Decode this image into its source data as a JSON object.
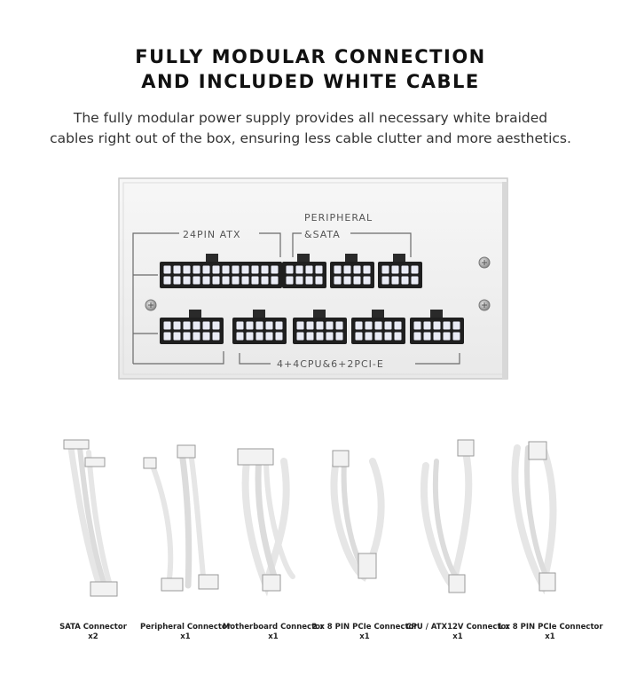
{
  "heading": {
    "line1": "FULLY MODULAR CONNECTION",
    "line2": "AND INCLUDED WHITE CABLE"
  },
  "description": {
    "line1": "The fully modular power supply provides all necessary white braided",
    "line2": "cables right out of the box, ensuring less cable clutter and more aesthetics."
  },
  "psu_panel": {
    "label_atx": "24PIN ATX",
    "label_peripheral_1": "PERIPHERAL",
    "label_peripheral_2": "&SATA",
    "label_cpu_pcie": "4+4CPU&6+2PCI-E"
  },
  "cables": [
    {
      "name": "SATA Connector",
      "qty": "x2"
    },
    {
      "name": "Peripheral Connector",
      "qty": "x1"
    },
    {
      "name": "Motherboard Connector",
      "qty": "x1"
    },
    {
      "name": "2 x 8 PIN PCIe Connector",
      "qty": "x1"
    },
    {
      "name": "CPU / ATX12V Connector",
      "qty": "x1"
    },
    {
      "name": "1 x 8 PIN PCIe Connector",
      "qty": "x1"
    }
  ]
}
